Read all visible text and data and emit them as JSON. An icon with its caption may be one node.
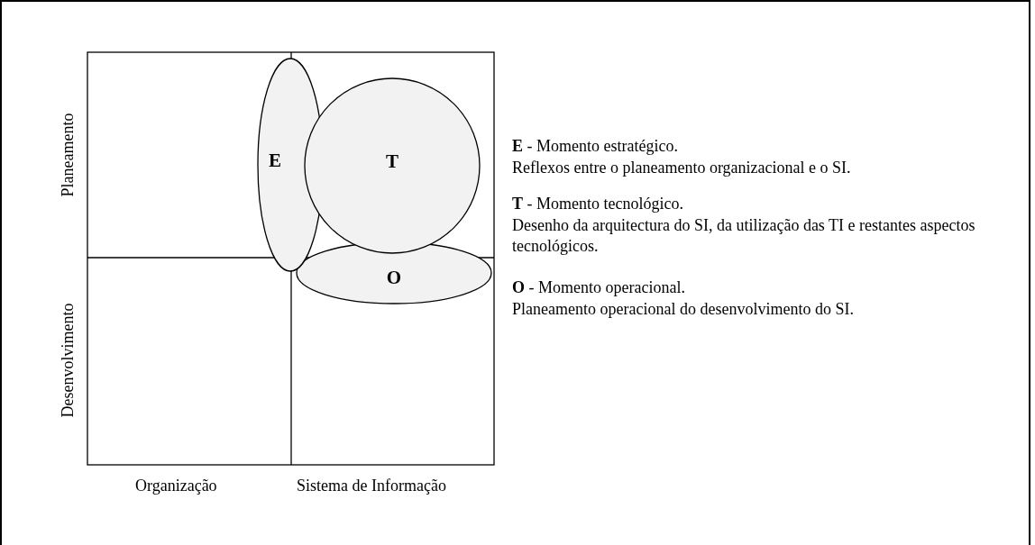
{
  "diagram": {
    "nodes": [
      {
        "text": [
          "E"
        ]
      },
      {
        "text": [
          "T"
        ]
      },
      {
        "text": [
          "O"
        ]
      }
    ],
    "labels": [
      "Planeamento",
      "Desenvolvimento",
      "Organização",
      "Sistema de Informação",
      "**E** - Momento estratégico.",
      "Reflexos entre o planeamento organizacional e o SI.",
      "**T** - Momento tecnológico.",
      "Desenho da arquitectura do SI, da utilização das TI e restantes aspectos tecnológicos.",
      "**O** - Momento operacional.",
      "Planeamento operacional do desenvolvimento do SI."
    ]
  }
}
